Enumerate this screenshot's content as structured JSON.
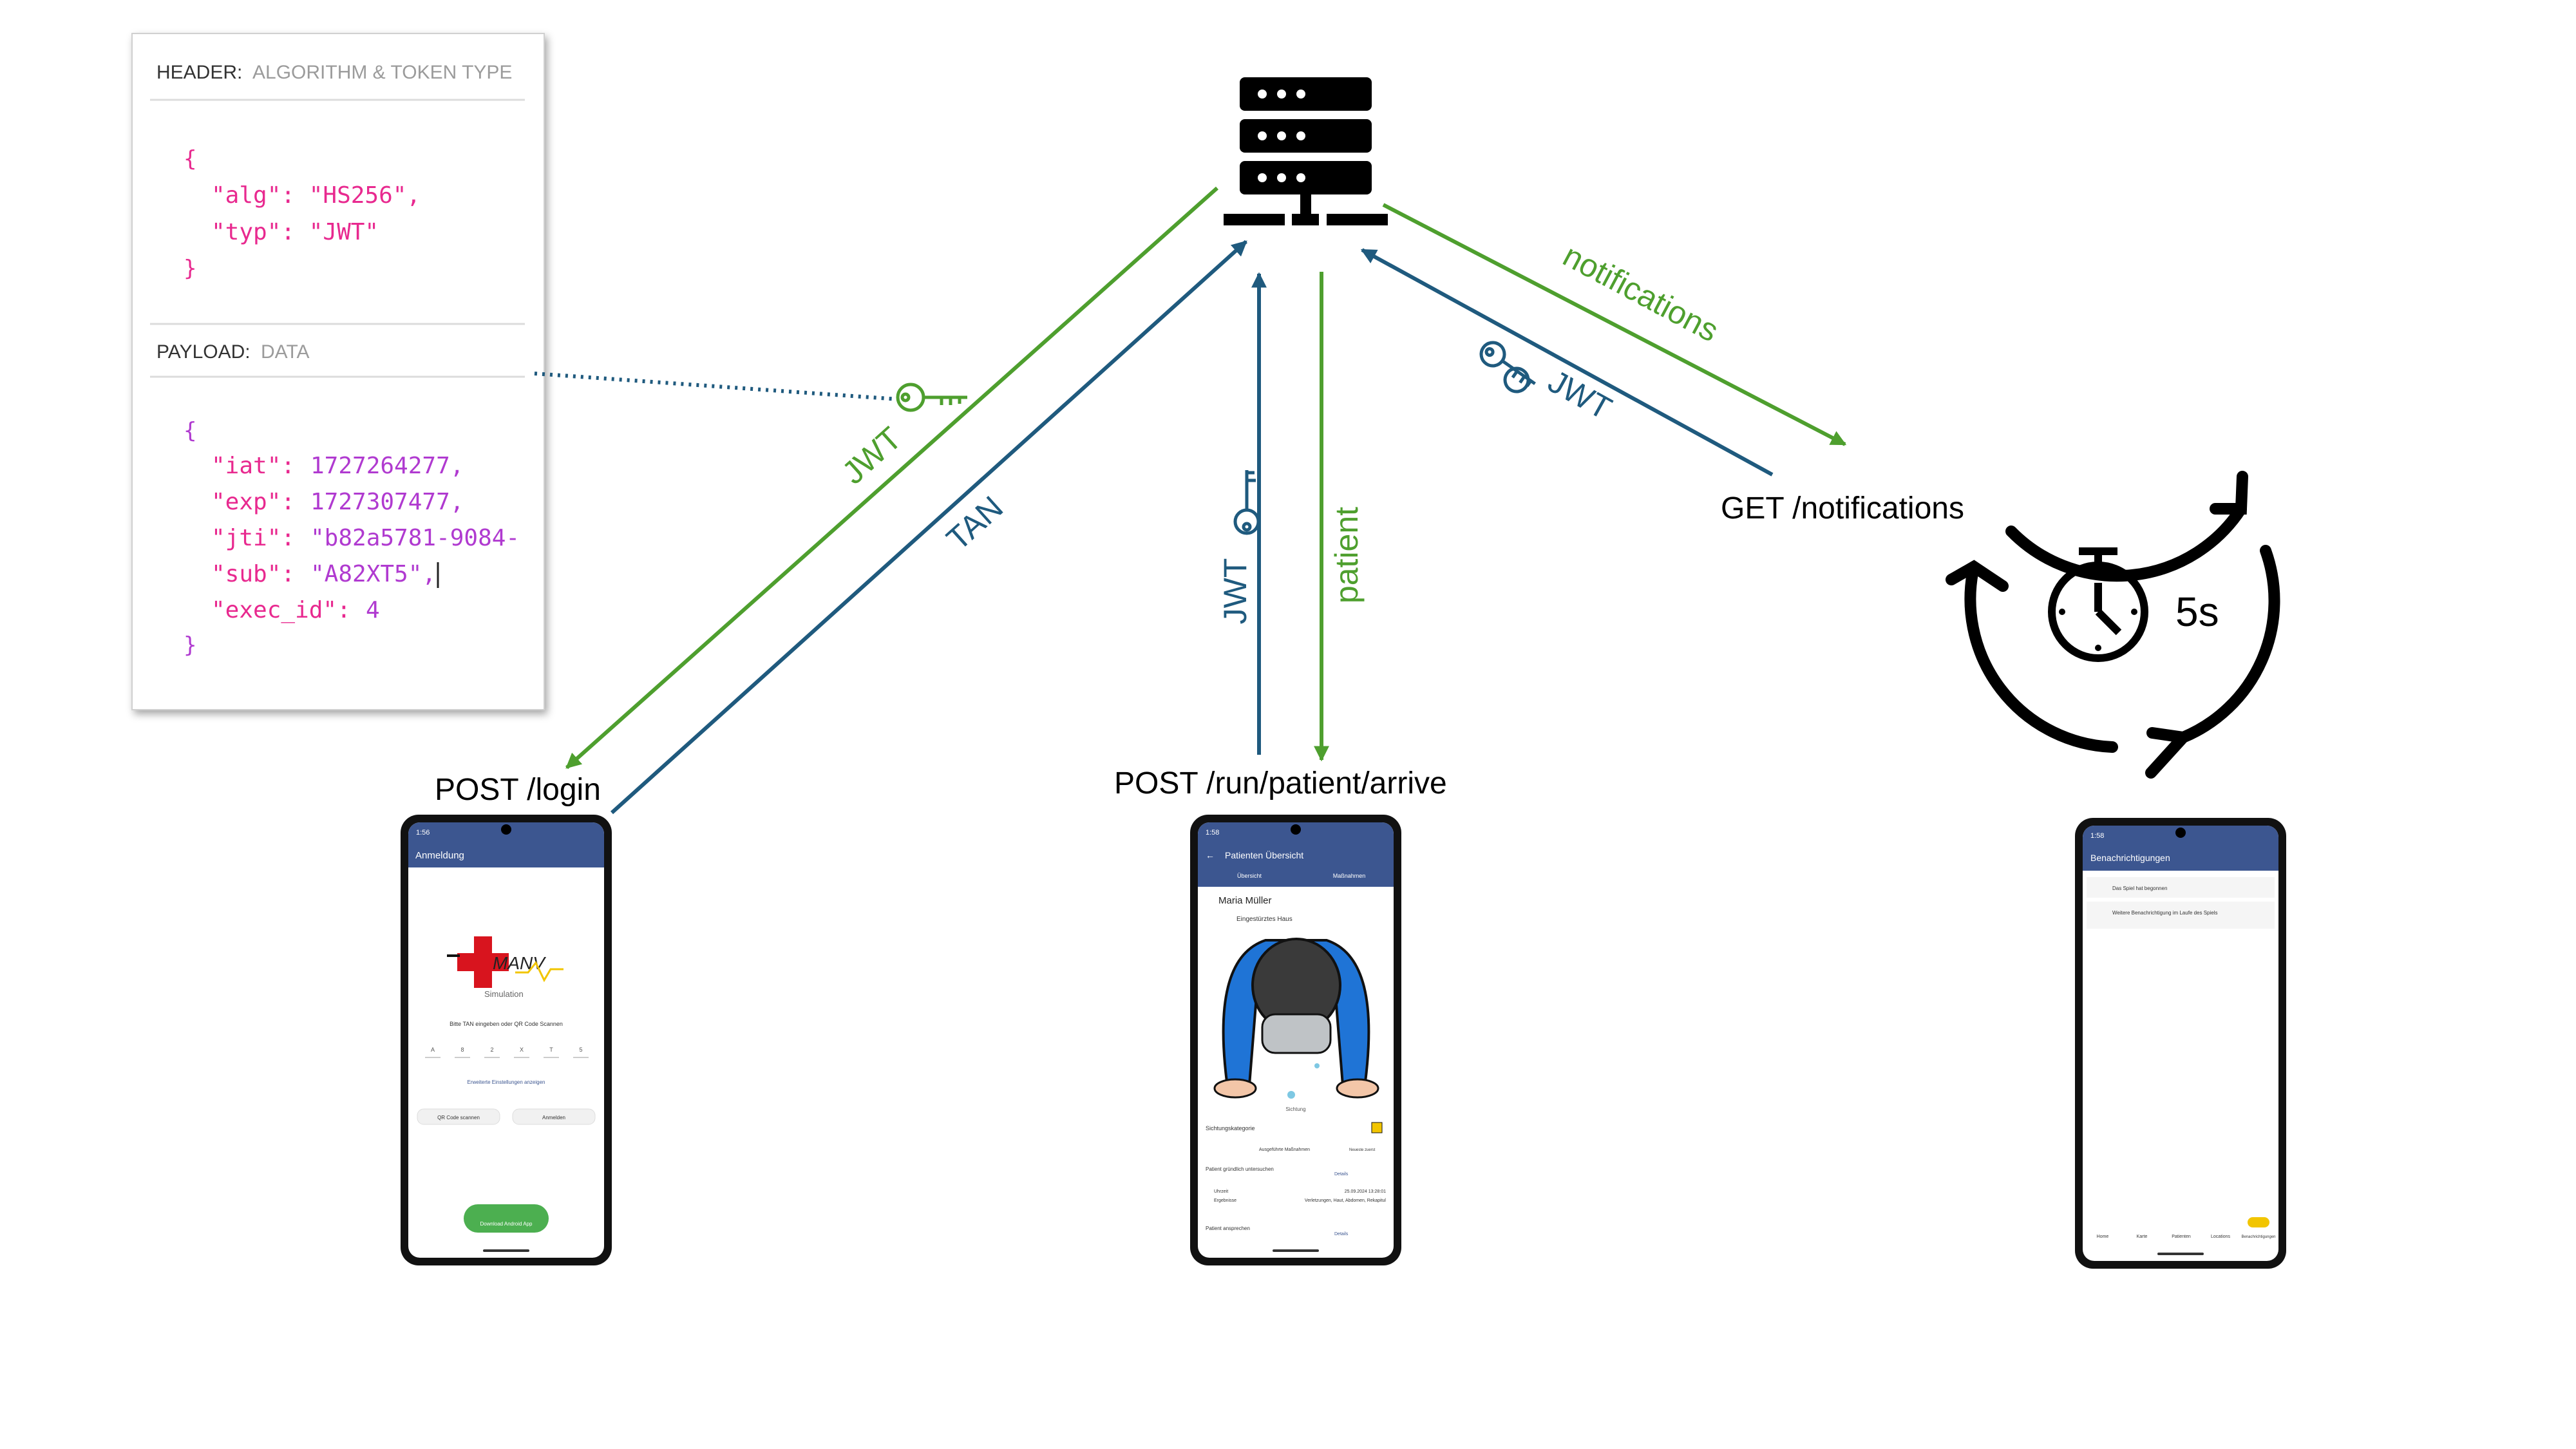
{
  "colors": {
    "green": "#4E9F2E",
    "blue": "#1F5A7E",
    "pink": "#E8298F",
    "purple": "#B03AD0",
    "grey": "#9B9B9B",
    "phone_header": "#3C5690",
    "download_green": "#4CAF50"
  },
  "jwt_card": {
    "header_title": "HEADER:",
    "header_sub": "ALGORITHM & TOKEN TYPE",
    "header_lines": [
      "{",
      "\"alg\": \"HS256\",",
      "\"typ\": \"JWT\"",
      "}"
    ],
    "payload_title": "PAYLOAD:",
    "payload_sub": "DATA",
    "payload_open": "{",
    "payload_rows": [
      {
        "key": "\"iat\":",
        "value": "1727264277,"
      },
      {
        "key": "\"exp\":",
        "value": "1727307477,"
      },
      {
        "key": "\"jti\":",
        "value": "\"b82a5781-9084-"
      },
      {
        "key": "\"sub\":",
        "value": "\"A82XT5\","
      },
      {
        "key": "\"exec_id\":",
        "value": "4"
      }
    ],
    "payload_close": "}"
  },
  "edges": {
    "jwt_login": "JWT",
    "tan": "TAN",
    "jwt_patient": "JWT",
    "patient": "patient",
    "jwt_notifications": "JWT",
    "notifications": "notifications"
  },
  "endpoints": {
    "login": "POST /login",
    "patient_arrive": "POST /run/patient/arrive",
    "notifications": "GET /notifications"
  },
  "timer": {
    "interval": "5s"
  },
  "icons": [
    "server-icon",
    "key-icon",
    "stopwatch-icon",
    "refresh-cycle-icon"
  ],
  "phone_login": {
    "status_time": "1:56",
    "title": "Anmeldung",
    "logo_text": "MANV",
    "logo_sub": "Simulation",
    "prompt": "Bitte TAN eingeben oder QR Code Scannen",
    "tan_chars": [
      "A",
      "8",
      "2",
      "X",
      "T",
      "5"
    ],
    "advanced_link": "Erweiterte Einstellungen anzeigen",
    "qr_button": "QR Code scannen",
    "login_button": "Anmelden",
    "download_button": "Download Android App"
  },
  "phone_patient": {
    "status_time": "1:58",
    "title": "Patienten Übersicht",
    "tab_overview": "Übersicht",
    "tab_measures": "Maßnahmen",
    "patient_name": "Maria Müller",
    "location": "Eingestürztes Haus",
    "image_caption": "Sichtung",
    "category_label": "Sichtungskategorie",
    "executed_measures": "Ausgeführte Maßnahmen",
    "newest_first": "Neueste zuerst",
    "measure1_title": "Patient gründlich untersuchen",
    "details": "Details",
    "time_label": "Uhrzeit",
    "time_value": "25.09.2024 13:28:01",
    "results_label": "Ergebnisse",
    "results_value": "Verletzungen, Haut, Abdomen, Rekapitul",
    "measure2_title": "Patient ansprechen"
  },
  "phone_notifications": {
    "status_time": "1:58",
    "title": "Benachrichtigungen",
    "items": [
      "Das Spiel hat begonnen",
      "Weitere Benachrichtigung im Laufe des Spiels"
    ],
    "nav": [
      "Home",
      "Karte",
      "Patienten",
      "Locations",
      "Benachrichtigungen"
    ]
  }
}
